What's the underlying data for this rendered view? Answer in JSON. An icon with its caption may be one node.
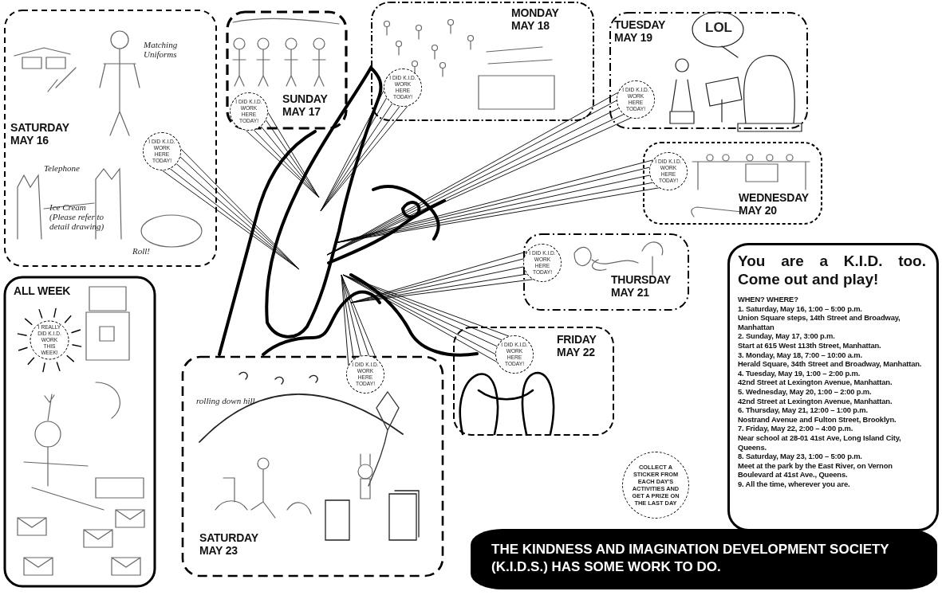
{
  "diagram": {
    "title": "THE KINDNESS AND IMAGINATION DEVELOPMENT SOCIETY (K.I.D.S.) HAS SOME WORK TO DO.",
    "nodes": [
      {
        "text": [
          "SATURDAY MAY 16"
        ]
      },
      {
        "text": [
          "I DID K.I.D. WORK HERE TODAY!"
        ],
        "in": 0
      },
      {
        "text": [
          "SUNDAY MAY 17"
        ]
      },
      {
        "text": [
          "I DID K.I.D. WORK HERE TODAY!"
        ]
      },
      {
        "text": [
          "MONDAY MAY 18"
        ]
      },
      {
        "text": [
          "I DID K.I.D. WORK HERE TODAY!"
        ]
      },
      {
        "text": [
          "TUESDAY MAY 19"
        ]
      },
      {
        "text": [
          "I DID K.I.D. WORK HERE TODAY!"
        ],
        "in": 6
      },
      {
        "text": [
          "WEDNESDAY MAY 20"
        ]
      },
      {
        "text": [
          "I DID K.I.D. WORK HERE TODAY!"
        ],
        "in": 8
      },
      {
        "text": [
          "THURSDAY MAY 21"
        ]
      },
      {
        "text": [
          "I DID K.I.D. WORK HERE TODAY!"
        ],
        "in": 10
      },
      {
        "text": [
          "FRIDAY MAY 22"
        ]
      },
      {
        "text": [
          "I DID K.I.D. WORK HERE TODAY!"
        ],
        "in": 12
      },
      {
        "text": [
          "ALL WEEK"
        ]
      },
      {
        "text": [
          "I REALLY DID K.I.D. WORK THIS WEEK!"
        ],
        "in": 14
      },
      {
        "text": [
          "SATURDAY MAY 23"
        ]
      },
      {
        "text": [
          "I DID K.I.D. WORK HERE TODAY!"
        ],
        "in": 16
      },
      {
        "text": [
          "COLLECT A STICKER FROM EACH DAY'S ACTIVITIES AND GET A PRIZE ON THE LAST DAY"
        ]
      },
      {
        "text": [
          "You are a K.I.D. too. Come out and play!",
          "WHEN? WHERE?",
          "1. Saturday, May 16, 1:00 – 5:00 p.m.",
          "Union Square steps, 14th Street and Broadway, Manhattan",
          "2. Sunday, May 17, 3:00 p.m.",
          "Start at 615 West 113th Street, Manhattan.",
          "3. Monday, May 18, 7:00 – 10:00 a.m.",
          "Herald Square, 34th Street and Broadway, Manhattan.",
          "4. Tuesday, May 19, 1:00 – 2:00 p.m.",
          "42nd Street at Lexington Avenue, Manhattan.",
          "5. Wednesday, May 20, 1:00 – 2:00 p.m.",
          "42nd Street at Lexington Avenue, Manhattan.",
          "6. Thursday, May 21, 12:00 – 1:00 p.m.",
          "Nostrand Avenue and Fulton Street, Brooklyn.",
          "7. Friday, May 22, 2:00 – 4:00 p.m.",
          "Near school at 28-01 41st Ave, Long Island City, Queens.",
          "8. Saturday, May 23, 1:00 – 5:00 p.m.",
          "Meet at the park by the East River, on Vernon Boulevard at 41st Ave., Queens.",
          "9. All the time, wherever you are."
        ]
      },
      {
        "text": [],
        "shape": "picture"
      }
    ],
    "edges": [
      {
        "from": 1,
        "to": 20,
        "arrow": "none"
      },
      {
        "from": 3,
        "to": 20,
        "arrow": "none"
      },
      {
        "from": 5,
        "to": 20,
        "arrow": "none"
      },
      {
        "from": 7,
        "to": 20,
        "arrow": "none"
      },
      {
        "from": 9,
        "to": 20,
        "arrow": "none"
      },
      {
        "from": 11,
        "to": 20,
        "arrow": "none"
      },
      {
        "from": 13,
        "to": 20,
        "arrow": "none"
      },
      {
        "from": 17,
        "to": 20,
        "arrow": "none"
      }
    ],
    "labels": [
      "Matching Uniforms",
      "Telephone",
      "Ice Cream (Please refer to detail drawing)",
      "Roll!",
      "LOL",
      "rolling down hill"
    ]
  }
}
